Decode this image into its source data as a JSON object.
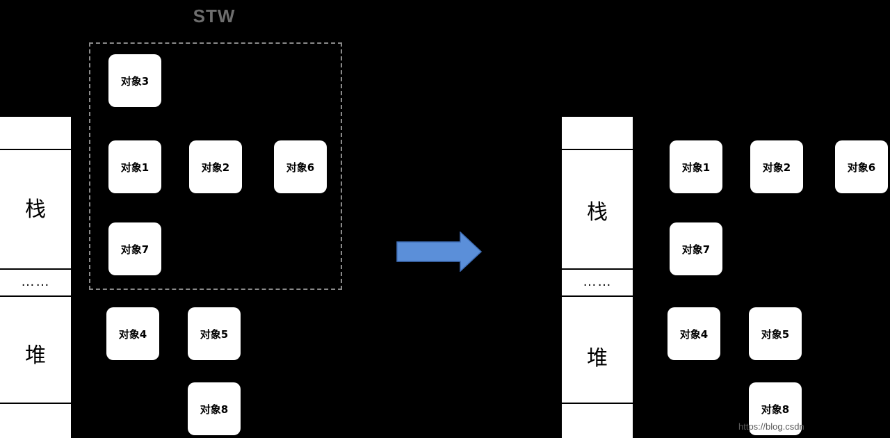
{
  "title": "STW",
  "memory": {
    "stack_label": "栈",
    "ellipsis": "……",
    "heap_label": "堆"
  },
  "objects": {
    "obj1": "对象1",
    "obj2": "对象2",
    "obj3": "对象3",
    "obj4": "对象4",
    "obj5": "对象5",
    "obj6": "对象6",
    "obj7": "对象7",
    "obj8": "对象8"
  },
  "watermark": "https://blog.csdn",
  "colors": {
    "background": "#000000",
    "object_fill": "#ffffff",
    "arrow_fill": "#5b8fd9",
    "dashed_border": "#8a8a8a",
    "title_color": "#6e6e6e"
  },
  "icons": {
    "transition": "right-arrow-icon"
  }
}
